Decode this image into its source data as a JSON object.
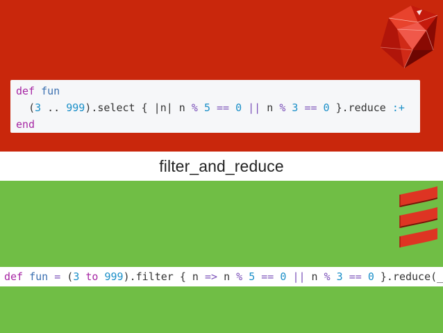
{
  "ruby": {
    "logo_icon": "ruby-gem-icon",
    "code": {
      "line1": {
        "kw": "def",
        "sp": " ",
        "name": "fun"
      },
      "line2": {
        "indent": "  ",
        "t1": "(",
        "n1": "3",
        "t2": " .. ",
        "n2": "999",
        "t3": ").select { |n| n ",
        "op1": "%",
        "t4": " ",
        "n3": "5",
        "t5": " ",
        "op2": "==",
        "t6": " ",
        "n4": "0",
        "t7": " ",
        "op3": "||",
        "t8": " n ",
        "op4": "%",
        "t9": " ",
        "n5": "3",
        "t10": " ",
        "op5": "==",
        "t11": " ",
        "n6": "0",
        "t12": " }.reduce ",
        "sym": ":+"
      },
      "line3": {
        "kw": "end"
      }
    }
  },
  "caption": "filter_and_reduce",
  "scala": {
    "logo_icon": "scala-logo-icon",
    "code": {
      "kw": "def",
      "sp": " ",
      "name": "fun",
      "t1": " ",
      "op0": "=",
      "t2": " (",
      "n1": "3",
      "t3": " ",
      "kw2": "to",
      "t4": " ",
      "n2": "999",
      "t5": ").filter { n ",
      "op1": "=>",
      "t6": " n ",
      "op2": "%",
      "t7": " ",
      "n3": "5",
      "t8": " ",
      "op3": "==",
      "t9": " ",
      "n4": "0",
      "t10": " ",
      "op4": "||",
      "t11": " n ",
      "op5": "%",
      "t12": " ",
      "n5": "3",
      "t13": " ",
      "op6": "==",
      "t14": " ",
      "n6": "0",
      "t15": " }.reduce(_+_)"
    }
  },
  "colors": {
    "ruby_band": "#c9270c",
    "scala_band": "#70be45",
    "keyword": "#a626a4",
    "number": "#1a8fc8",
    "operator": "#7a4fb8"
  }
}
